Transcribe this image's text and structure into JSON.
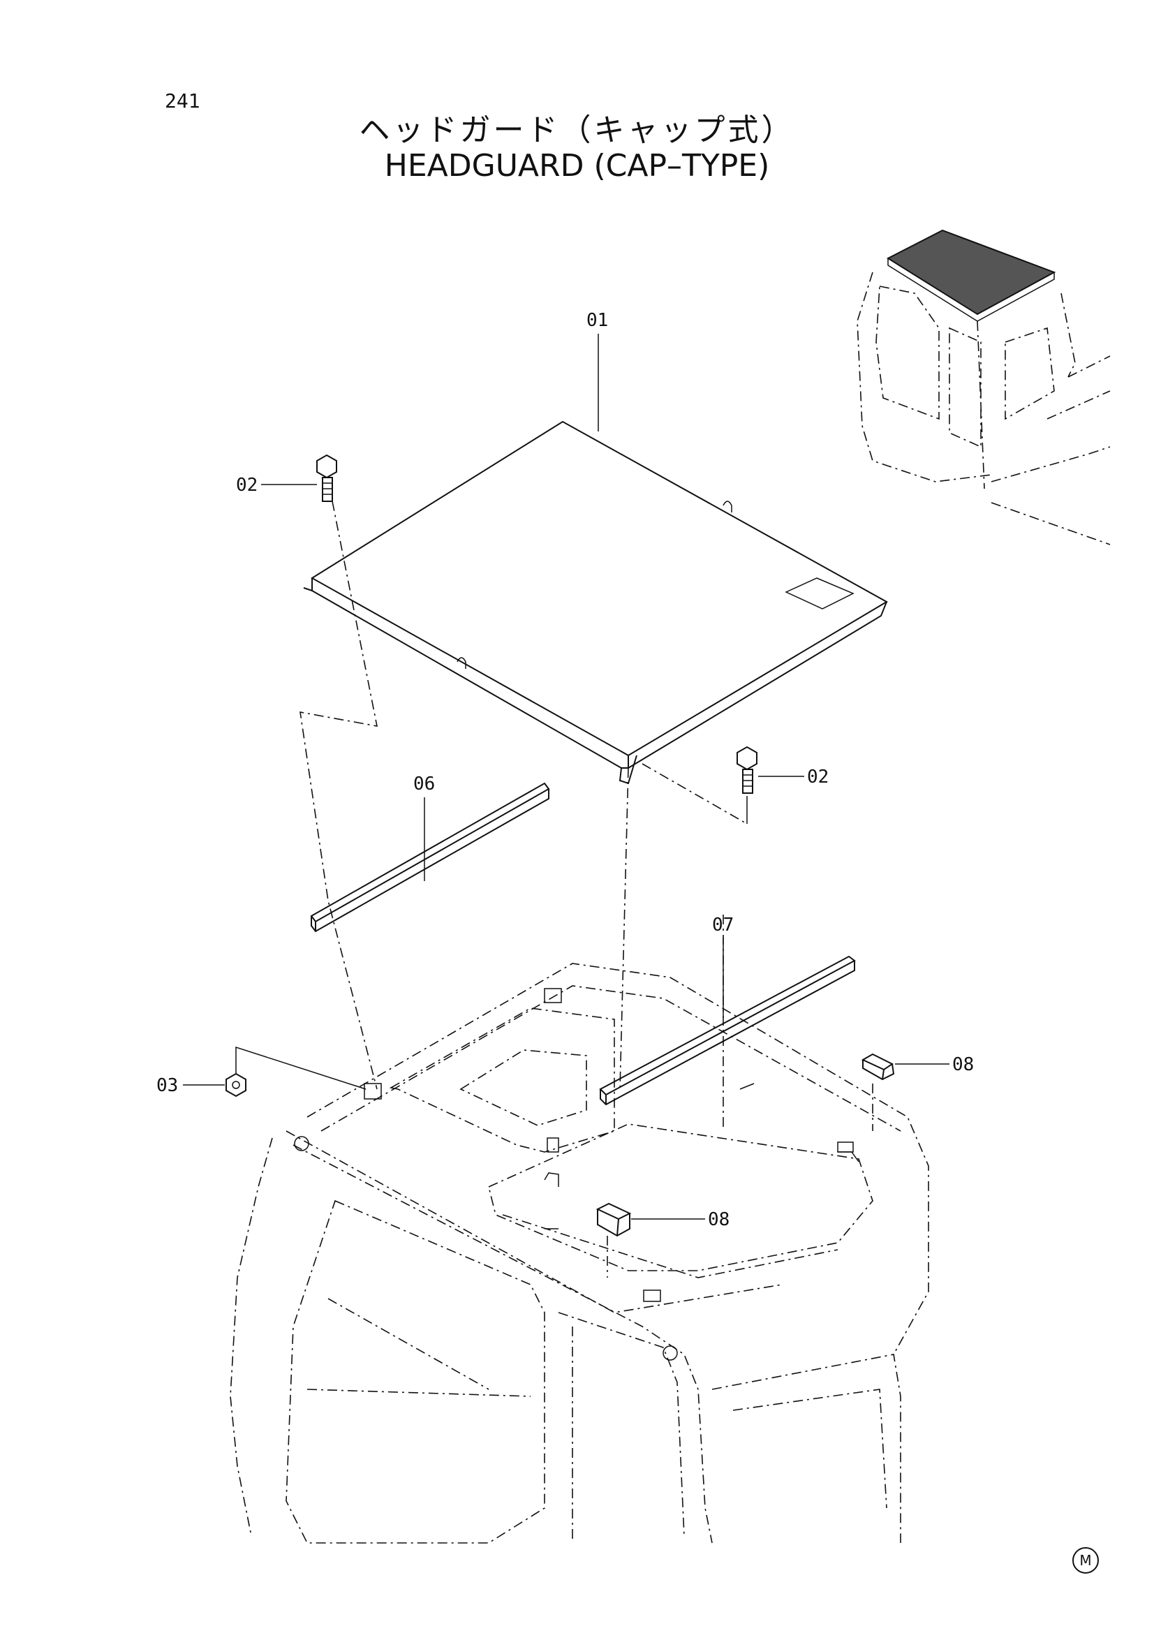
{
  "page_number": "241",
  "title": {
    "japanese": "ヘッドガード（キャップ式）",
    "english": "HEADGUARD (CAP–TYPE)"
  },
  "callouts": {
    "c01": "01",
    "c02a": "02",
    "c02b": "02",
    "c03": "03",
    "c06": "06",
    "c07": "07",
    "c08a": "08",
    "c08b": "08"
  },
  "corner_mark": "M"
}
